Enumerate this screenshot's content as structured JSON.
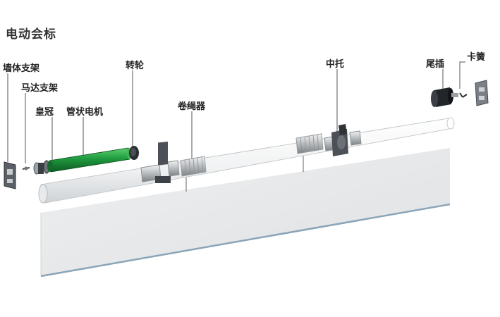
{
  "title": "电动会标",
  "labels": {
    "wall_bracket": "墙体支架",
    "motor_bracket": "马达支架",
    "crown": "皇冠",
    "tubular_motor": "管状电机",
    "drive_wheel": "转轮",
    "rope_winder": "卷绳器",
    "middle_support": "中托",
    "tail_plug": "尾插",
    "clip_spring": "卡簧"
  },
  "colors": {
    "motor_green": "#1f9a3f",
    "panel_gray": "#e6e7e9",
    "tube_white": "#f4f5f6",
    "bracket_dark": "#4b5157"
  }
}
